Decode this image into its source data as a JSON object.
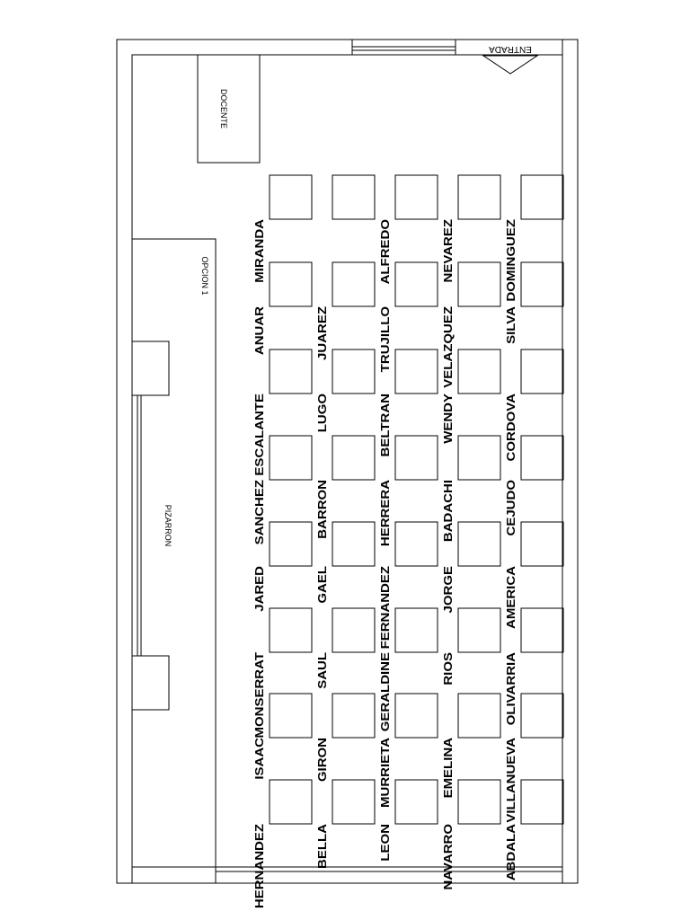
{
  "room": {
    "entrance_label": "ENTRADA",
    "teacher_label": "DOCENTE",
    "option_label": "OPCION 1",
    "board_label": "PIZARRON"
  },
  "columns": [
    {
      "name": "col-1",
      "names": [
        "MIRANDA",
        "ANUAR",
        "ESCALANTE",
        "SANCHEZ",
        "JARED",
        "MONSERRAT",
        "ISAAC",
        "HERNANDEZ"
      ]
    },
    {
      "name": "col-2",
      "names": [
        "",
        "JUAREZ",
        "LUGO",
        "BARRON",
        "GAEL",
        "SAUL",
        "GIRON",
        "BELLA"
      ]
    },
    {
      "name": "col-3",
      "names": [
        "ALFREDO",
        "TRUJILLO",
        "BELTRAN",
        "HERRERA",
        "FERNANDEZ",
        "GERALDINE",
        "MURRIETA",
        "LEON"
      ]
    },
    {
      "name": "col-4",
      "names": [
        "NEVAREZ",
        "VELAZQUEZ",
        "WENDY",
        "BADACHI",
        "JORGE",
        "RIOS",
        "EMELINA",
        "NAVARRO"
      ]
    },
    {
      "name": "col-5",
      "names": [
        "DOMINGUEZ",
        "SILVA",
        "CORDOVA",
        "CEJUDO",
        "AMERICA",
        "OLIVARRIA",
        "VILLANUEVA",
        "ABDALA"
      ]
    }
  ]
}
